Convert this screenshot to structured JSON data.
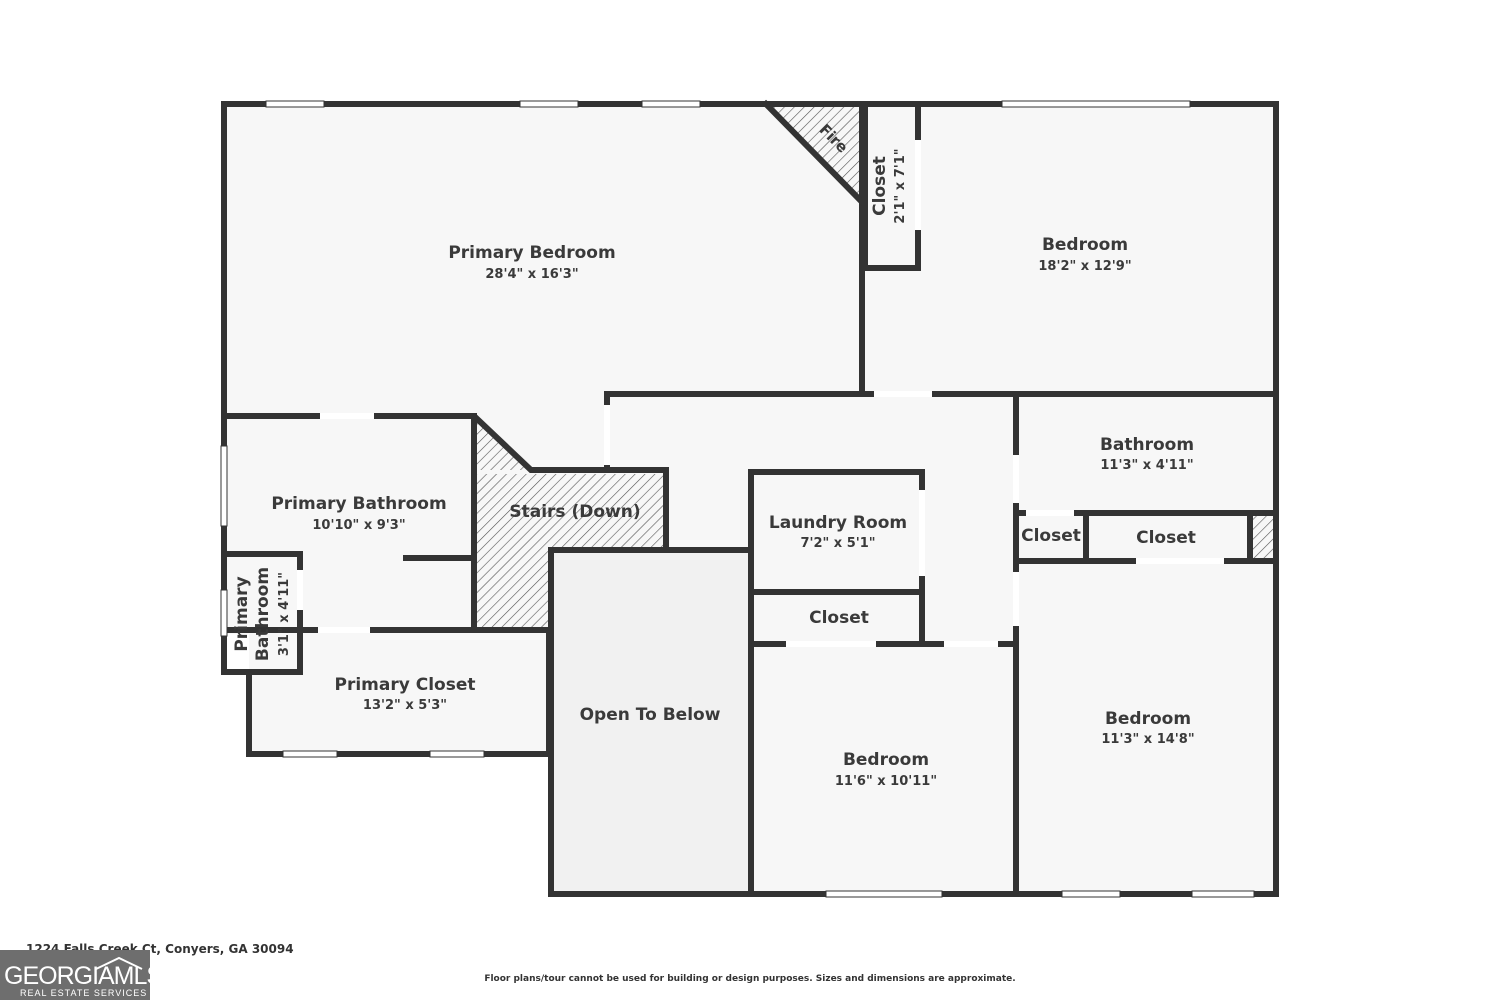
{
  "rooms": {
    "primary_bedroom": {
      "name": "Primary Bedroom",
      "dim": "28'4\" x 16'3\""
    },
    "fire": {
      "name": "Fire"
    },
    "closet_vertical": {
      "name": "Closet",
      "dim": "2'1\" x 7'1\""
    },
    "bedroom_ne": {
      "name": "Bedroom",
      "dim": "18'2\" x 12'9\""
    },
    "primary_bathroom": {
      "name": "Primary Bathroom",
      "dim": "10'10\" x 9'3\""
    },
    "stairs": {
      "name": "Stairs (Down)"
    },
    "bathroom": {
      "name": "Bathroom",
      "dim": "11'3\" x 4'11\""
    },
    "laundry_room": {
      "name": "Laundry Room",
      "dim": "7'2\" x 5'1\""
    },
    "closet_small": {
      "name": "Closet"
    },
    "closet_mid": {
      "name": "Closet"
    },
    "closet_laundry": {
      "name": "Closet"
    },
    "primary_bathroom_small": {
      "name_line1": "Primary",
      "name_line2": "Bathroom",
      "dim": "3'1\" x 4'11\""
    },
    "primary_closet": {
      "name": "Primary Closet",
      "dim": "13'2\" x 5'3\""
    },
    "open_to_below": {
      "name": "Open To Below"
    },
    "bedroom_center": {
      "name": "Bedroom",
      "dim": "11'6\" x 10'11\""
    },
    "bedroom_se": {
      "name": "Bedroom",
      "dim": "11'3\" x 14'8\""
    }
  },
  "footer": {
    "address": "1224 Falls Creek Ct, Conyers, GA 30094",
    "disclaimer": "Floor plans/tour cannot be used for building or design purposes. Sizes and dimensions are approximate."
  },
  "logo": {
    "main": "GEORGIAMLS",
    "sub": "REAL ESTATE SERVICES"
  },
  "colors": {
    "wall": "#333333",
    "floor": "#f7f7f7",
    "open_area": "#f1f1f1",
    "window": "#ffffff"
  }
}
